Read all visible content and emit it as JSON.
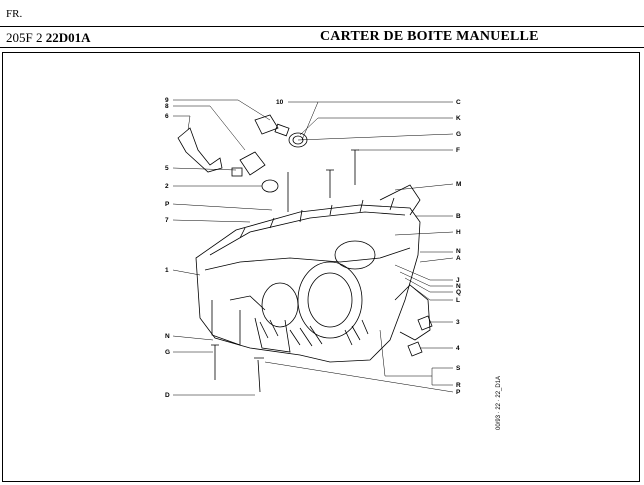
{
  "header": {
    "lang": "FR.",
    "code_prefix": "205F 2",
    "code_main": "22D01A",
    "title": "CARTER DE BOITE MANUELLE"
  },
  "callouts_left": [
    "9",
    "8",
    "6",
    "5",
    "2",
    "P",
    "7",
    "1",
    "N",
    "G",
    "D"
  ],
  "callouts_top": [
    "10"
  ],
  "callouts_right": [
    "C",
    "K",
    "G",
    "F",
    "M",
    "B",
    "H",
    "N",
    "A",
    "J",
    "N",
    "Q",
    "L",
    "3",
    "4",
    "S",
    "R",
    "P"
  ],
  "drawing_ref": "00/93 · 22 · 22_D1A"
}
